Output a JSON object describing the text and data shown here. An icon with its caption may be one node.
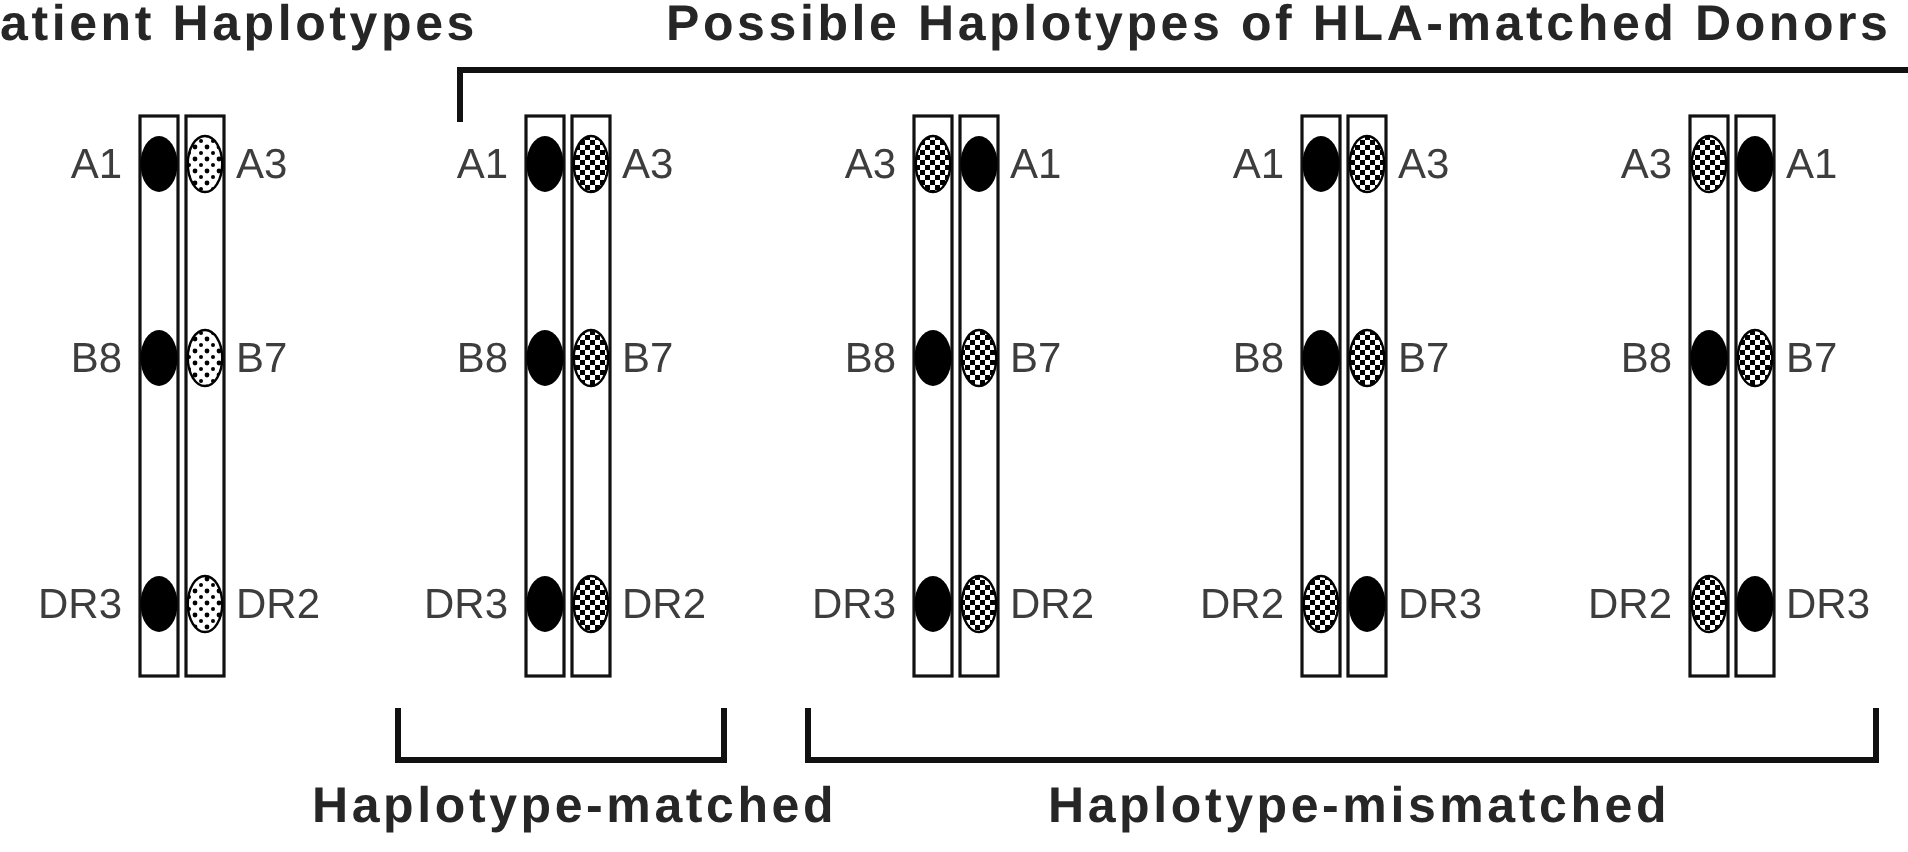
{
  "diagram": {
    "labels": [
      "atient Haplotypes",
      "Possible Haplotypes of HLA-matched Donors",
      "A1",
      "A3",
      "A1",
      "A3",
      "A3",
      "A1",
      "A1",
      "A3",
      "A3",
      "A1",
      "B8",
      "B7",
      "B8",
      "B7",
      "B8",
      "B7",
      "B8",
      "B7",
      "B8",
      "B7",
      "DR3",
      "DR2",
      "DR3",
      "DR2",
      "DR3",
      "DR2",
      "DR2",
      "DR3",
      "DR2",
      "DR3",
      "Haplotype-matched",
      "Haplotype-mismatched"
    ]
  }
}
